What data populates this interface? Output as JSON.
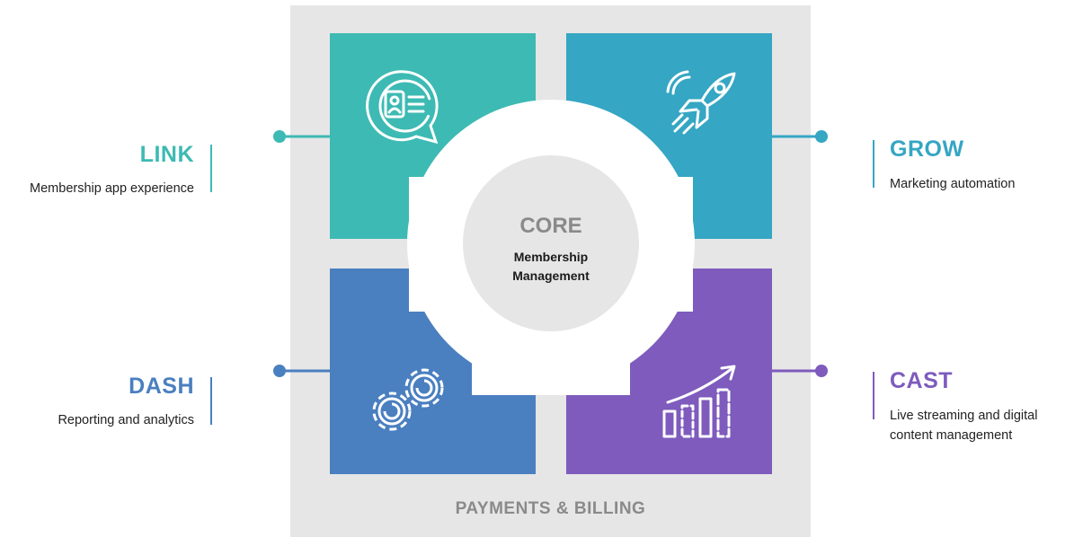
{
  "core": {
    "title": "CORE",
    "subtitle_line1": "Membership",
    "subtitle_line2": "Management"
  },
  "footer": "PAYMENTS & BILLING",
  "modules": {
    "link": {
      "name": "LINK",
      "desc": "Membership app experience",
      "color": "#3dbab3",
      "icon": "member-card-chat-icon"
    },
    "grow": {
      "name": "GROW",
      "desc": "Marketing automation",
      "color": "#35a6c3",
      "icon": "rocket-icon"
    },
    "dash": {
      "name": "DASH",
      "desc": "Reporting and analytics",
      "color": "#4a7fc0",
      "icon": "gears-icon"
    },
    "cast": {
      "name": "CAST",
      "desc_line1": "Live streaming and digital",
      "desc_line2": "content management",
      "color": "#7e5bbd",
      "icon": "growth-chart-icon"
    }
  }
}
